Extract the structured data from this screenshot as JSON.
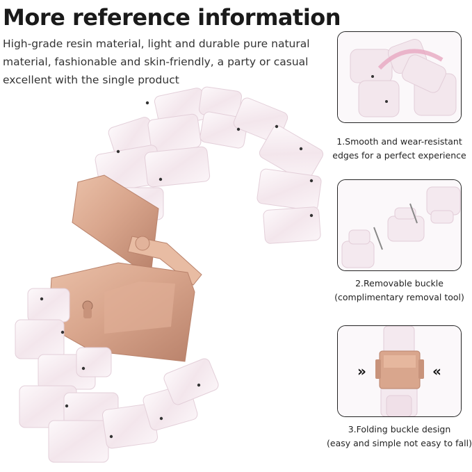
{
  "heading": "More reference information",
  "description_lines": [
    "High-grade resin material, light and durable pure natural",
    "material, fashionable and skin-friendly, a party or casual",
    "excellent with the single product"
  ],
  "features": [
    {
      "caption_lines": [
        "1.Smooth and wear-resistant",
        "edges for a perfect experience"
      ],
      "image": "band-edge-closeup"
    },
    {
      "caption_lines": [
        "2.Removable buckle",
        "(complimentary removal tool)"
      ],
      "image": "band-links-with-pins"
    },
    {
      "caption_lines": [
        "3.Folding buckle design",
        "(easy and simple not easy to fall)"
      ],
      "image": "folding-clasp-closeup"
    }
  ],
  "colors": {
    "resin": "#f6eef2",
    "resin_shade": "#e9d6e0",
    "rose_gold": "#d9a68d",
    "rose_gold_dark": "#b9826b",
    "border": "#222222"
  }
}
